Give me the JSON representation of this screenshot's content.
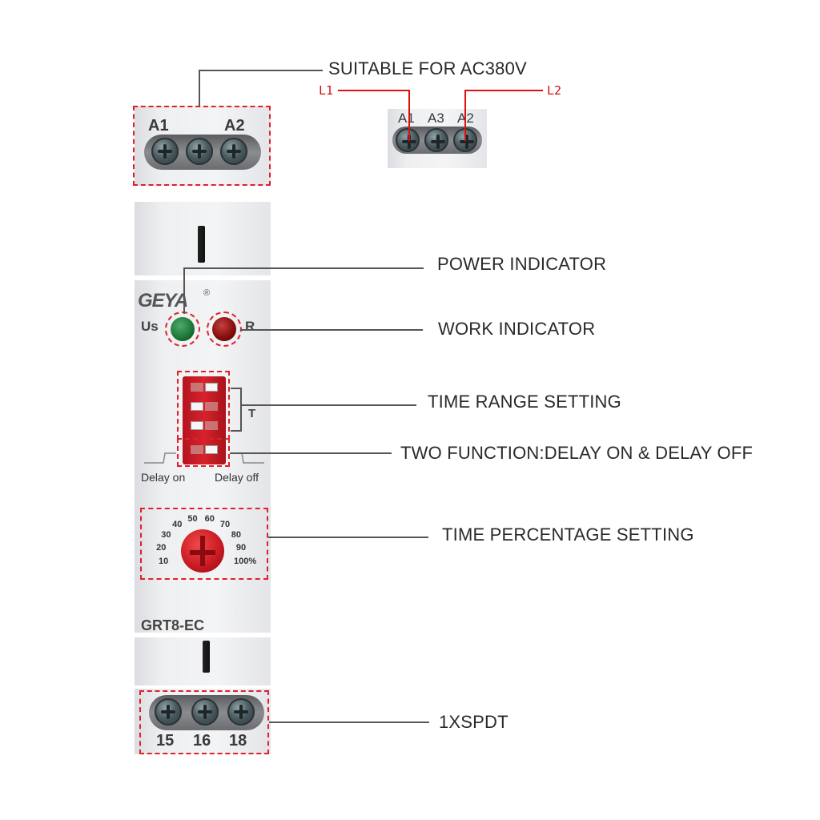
{
  "product": {
    "brand": "GEYA",
    "brand_mark": "®",
    "model": "GRT8-EC"
  },
  "top_terminals": {
    "labels": [
      "A1",
      "A2"
    ],
    "screws": 3
  },
  "inset_terminals": {
    "labels": [
      "A1",
      "A3",
      "A2"
    ],
    "wires": [
      "L1",
      "L2"
    ]
  },
  "indicators": {
    "power_label": "Us",
    "work_label": "R",
    "power_color": "#1e7a3a",
    "work_color": "#8a0f0f"
  },
  "dip_switch": {
    "positions": [
      "right",
      "left",
      "left",
      "right"
    ],
    "group_label": "T",
    "delay_on_label": "Delay on",
    "delay_off_label": "Delay off"
  },
  "dial": {
    "scale": [
      "10",
      "20",
      "30",
      "40",
      "50",
      "60",
      "70",
      "80",
      "90",
      "100%"
    ]
  },
  "bottom_terminals": {
    "labels": [
      "15",
      "16",
      "18"
    ]
  },
  "callouts": {
    "supply": "SUITABLE FOR AC380V",
    "power": "POWER INDICATOR",
    "work": "WORK INDICATOR",
    "time_range": "TIME RANGE SETTING",
    "function": "TWO FUNCTION:DELAY ON & DELAY OFF",
    "percentage": "TIME PERCENTAGE SETTING",
    "contact": "1XSPDT"
  },
  "colors": {
    "highlight": "#e0202a",
    "wire": "#e01010"
  }
}
